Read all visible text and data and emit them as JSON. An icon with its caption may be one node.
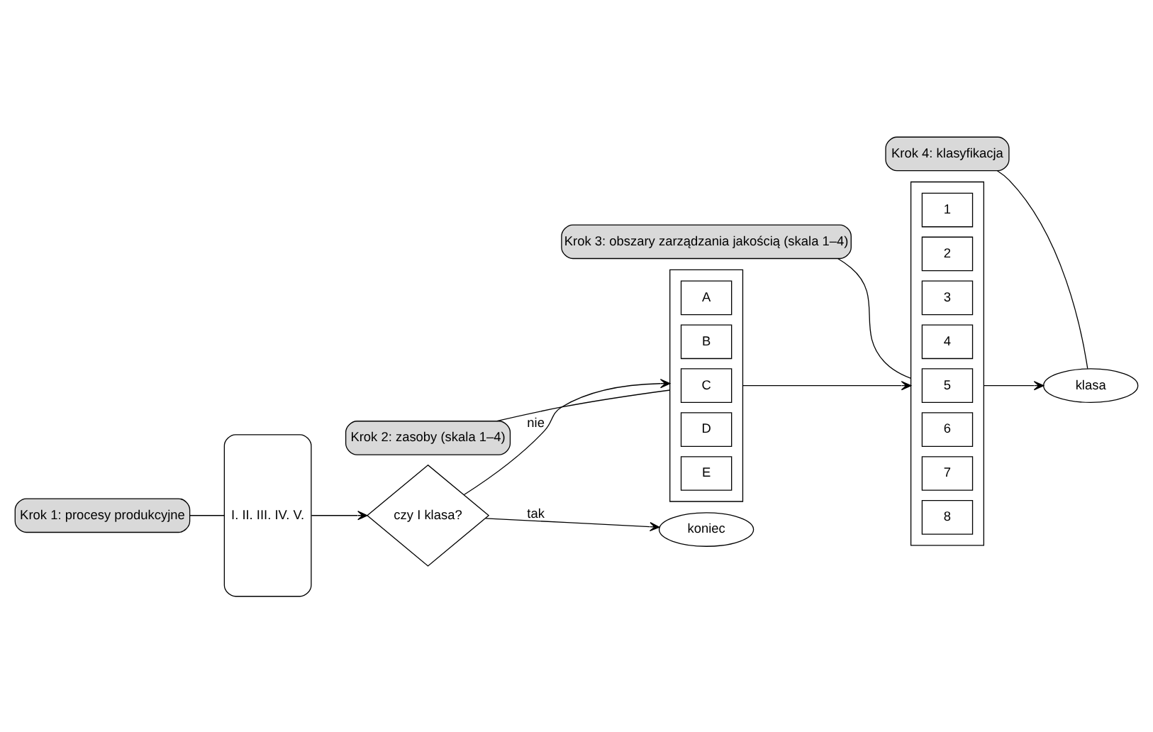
{
  "diagram": {
    "nodes": [
      {
        "text": [
          "I. II. III. IV. V."
        ]
      },
      {
        "text": [
          "czy I klasa?"
        ]
      },
      {
        "text": [
          "koniec"
        ]
      },
      {
        "text": [],
        "shape": "box"
      },
      {
        "text": [
          "A"
        ],
        "in": 3
      },
      {
        "text": [
          "B"
        ],
        "in": 3
      },
      {
        "text": [
          "C"
        ],
        "in": 3
      },
      {
        "text": [
          "D"
        ],
        "in": 3
      },
      {
        "text": [
          "E"
        ],
        "in": 3
      },
      {
        "text": [],
        "shape": "box"
      },
      {
        "text": [
          "1"
        ],
        "in": 9
      },
      {
        "text": [
          "2"
        ],
        "in": 9
      },
      {
        "text": [
          "3"
        ],
        "in": 9
      },
      {
        "text": [
          "4"
        ],
        "in": 9
      },
      {
        "text": [
          "5"
        ],
        "in": 9
      },
      {
        "text": [
          "6"
        ],
        "in": 9
      },
      {
        "text": [
          "7"
        ],
        "in": 9
      },
      {
        "text": [
          "8"
        ],
        "in": 9
      },
      {
        "text": [
          "klasa"
        ]
      },
      {
        "text": [
          "Krok 1: procesy produkcyjne"
        ]
      },
      {
        "text": [
          "Krok 2: zasoby (skala 1–4)"
        ]
      },
      {
        "text": [
          "Krok 3: obszary zarządzania jakością (skala 1–4)"
        ]
      },
      {
        "text": [
          "Krok 4: klasyfikacja"
        ]
      }
    ],
    "edges": [
      {
        "from": 0,
        "to": 1,
        "arrow": "to"
      },
      {
        "from": 1,
        "to": 3,
        "arrow": "to",
        "label": "nie"
      },
      {
        "from": 1,
        "to": 2,
        "arrow": "to",
        "label": "tak"
      },
      {
        "from": 3,
        "to": 9,
        "arrow": "to"
      },
      {
        "from": 9,
        "to": 18,
        "arrow": "to"
      },
      {
        "from": 19,
        "to": 0,
        "arrow": "none"
      },
      {
        "from": 20,
        "to": 3,
        "arrow": "none"
      },
      {
        "from": 21,
        "to": 9,
        "arrow": "none"
      },
      {
        "from": 22,
        "to": 18,
        "arrow": "none"
      }
    ]
  }
}
